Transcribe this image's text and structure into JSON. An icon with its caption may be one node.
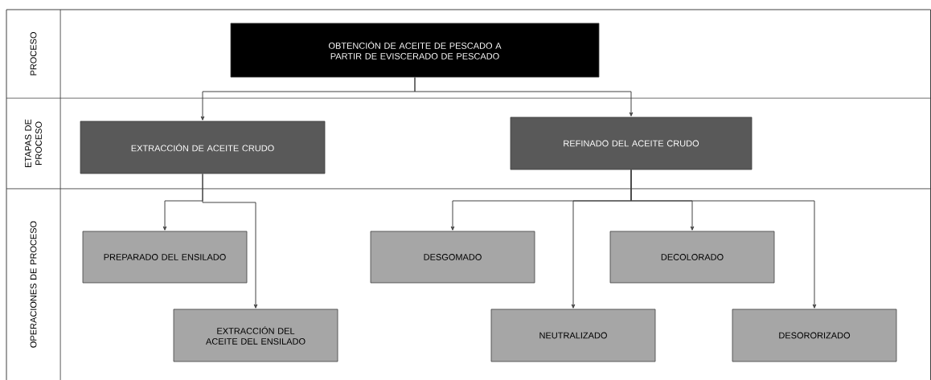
{
  "diagram": {
    "nodes": [
      {
        "text": [
          "OBTENCIÓN DE ACEITE DE PESCADO A PARTIR DE EVISCERADO DE PESCADO"
        ]
      },
      {
        "text": [
          "EXTRACCIÓN DE ACEITE CRUDO"
        ]
      },
      {
        "text": [
          "REFINADO DEL ACEITE CRUDO"
        ]
      },
      {
        "text": [
          "PREPARADO DEL ENSILADO"
        ]
      },
      {
        "text": [
          "EXTRACCIÓN DEL ACEITE DEL ENSILADO"
        ]
      },
      {
        "text": [
          "DESGOMADO"
        ]
      },
      {
        "text": [
          "NEUTRALIZADO"
        ]
      },
      {
        "text": [
          "DECOLORADO"
        ]
      },
      {
        "text": [
          "DESORORIZADO"
        ]
      }
    ],
    "edges": [
      {
        "from": 0,
        "to": 1,
        "arrow": "to"
      },
      {
        "from": 0,
        "to": 2,
        "arrow": "to"
      },
      {
        "from": 1,
        "to": 3,
        "arrow": "to"
      },
      {
        "from": 1,
        "to": 4,
        "arrow": "to"
      },
      {
        "from": 2,
        "to": 5,
        "arrow": "to"
      },
      {
        "from": 2,
        "to": 6,
        "arrow": "to"
      },
      {
        "from": 2,
        "to": 7,
        "arrow": "to"
      },
      {
        "from": 2,
        "to": 8,
        "arrow": "to"
      }
    ],
    "labels": [
      "PROCESO",
      "ETAPAS DE PROCESO",
      "OPERACIONES DE PROCESO"
    ]
  }
}
